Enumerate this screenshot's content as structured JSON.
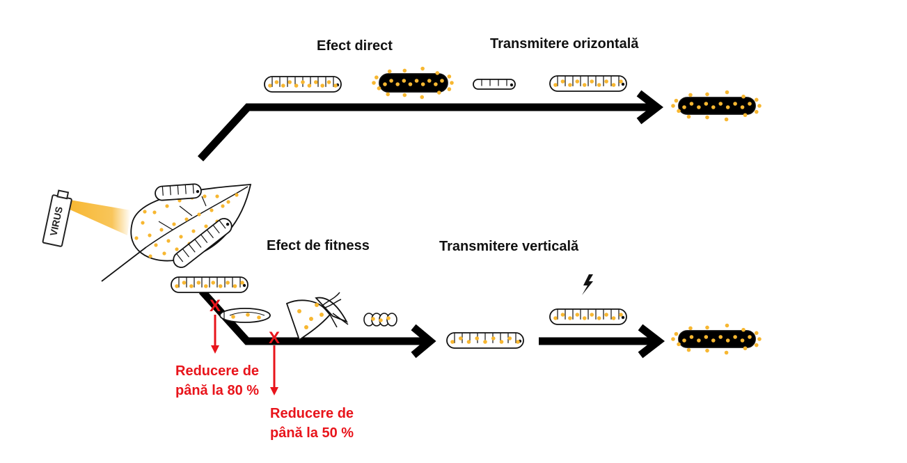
{
  "labels": {
    "direct_effect": "Efect direct",
    "horizontal_transmission": "Transmitere orizontală",
    "fitness_effect": "Efect de fitness",
    "vertical_transmission": "Transmitere verticală",
    "spray_label": "VIRUS"
  },
  "reductions": [
    {
      "line1": "Reducere de",
      "line2": "până la 80 %"
    },
    {
      "line1": "Reducere de",
      "line2": "până la 50 %"
    }
  ],
  "marker": "X",
  "colors": {
    "virus": "#f7b731",
    "arrow": "#000000",
    "reduction": "#e8141b",
    "larva_outline": "#111111"
  },
  "icons": [
    "spray-can-icon",
    "leaf-icon",
    "larva-icon",
    "moth-icon",
    "pupa-icon",
    "egg-cluster-icon",
    "lightning-icon"
  ]
}
